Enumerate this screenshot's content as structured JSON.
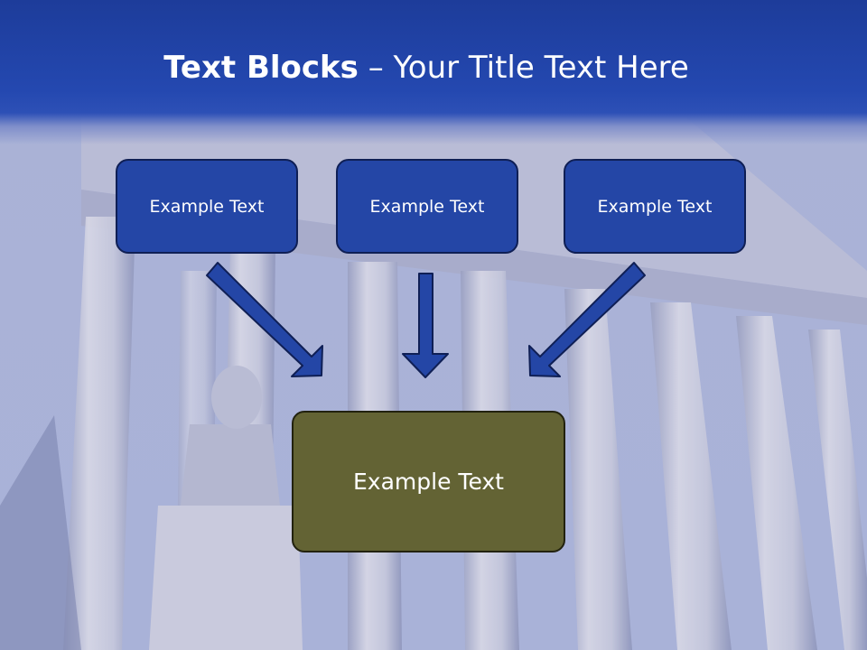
{
  "title": {
    "bold": "Text Blocks",
    "dash": "–",
    "rest": "Your Title Text Here"
  },
  "blocks": [
    {
      "label": "Example Text"
    },
    {
      "label": "Example Text"
    },
    {
      "label": "Example Text"
    }
  ],
  "result": {
    "label": "Example Text"
  },
  "colors": {
    "header": "#2448b0",
    "block": "#2446a6",
    "result": "#636334",
    "arrow": "#2446a6"
  }
}
